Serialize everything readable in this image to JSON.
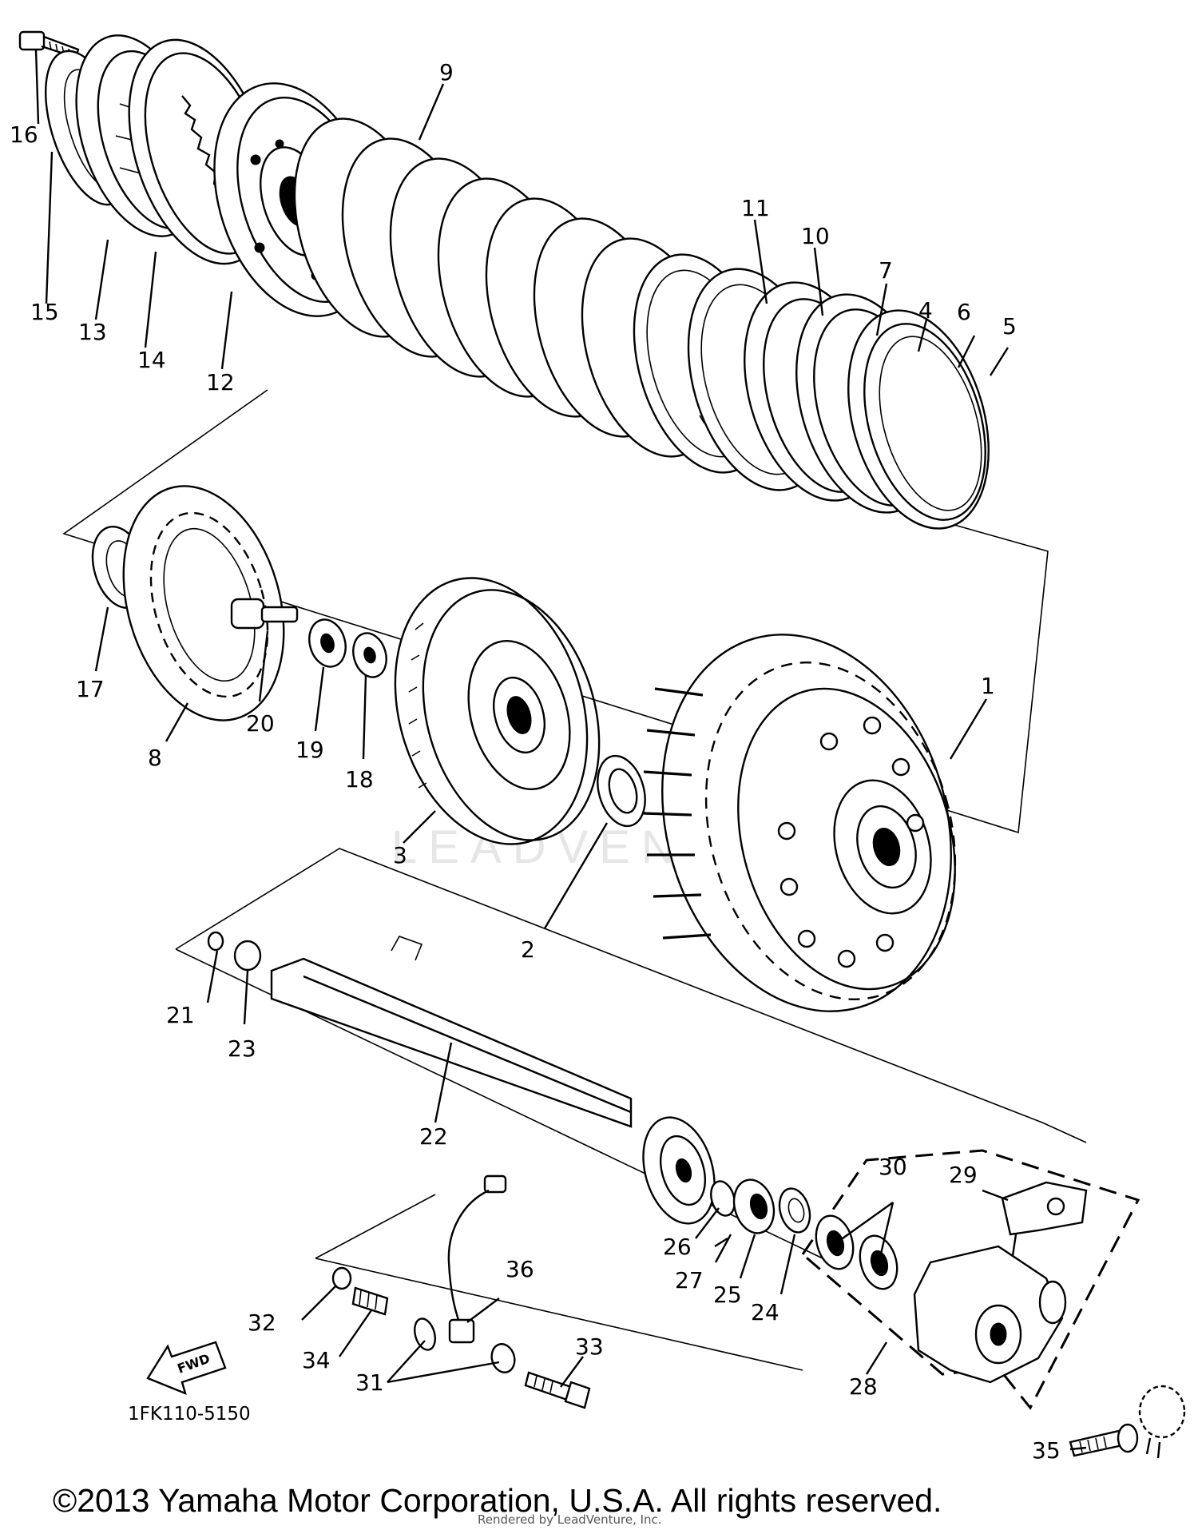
{
  "diagram": {
    "callouts": [
      "1",
      "2",
      "3",
      "4",
      "5",
      "6",
      "7",
      "8",
      "9",
      "10",
      "11",
      "12",
      "13",
      "14",
      "15",
      "16",
      "17",
      "18",
      "19",
      "20",
      "21",
      "22",
      "23",
      "24",
      "25",
      "26",
      "27",
      "28",
      "29",
      "30",
      "31",
      "32",
      "33",
      "34",
      "35",
      "36"
    ],
    "direction_label": "FWD",
    "diagram_number": "1FK110-5150",
    "watermark": "LEADVENTURE"
  },
  "footer": {
    "copyright": "©2013 Yamaha Motor Corporation, U.S.A. All rights reserved.",
    "rendered_by": "Rendered by LeadVenture, Inc."
  }
}
